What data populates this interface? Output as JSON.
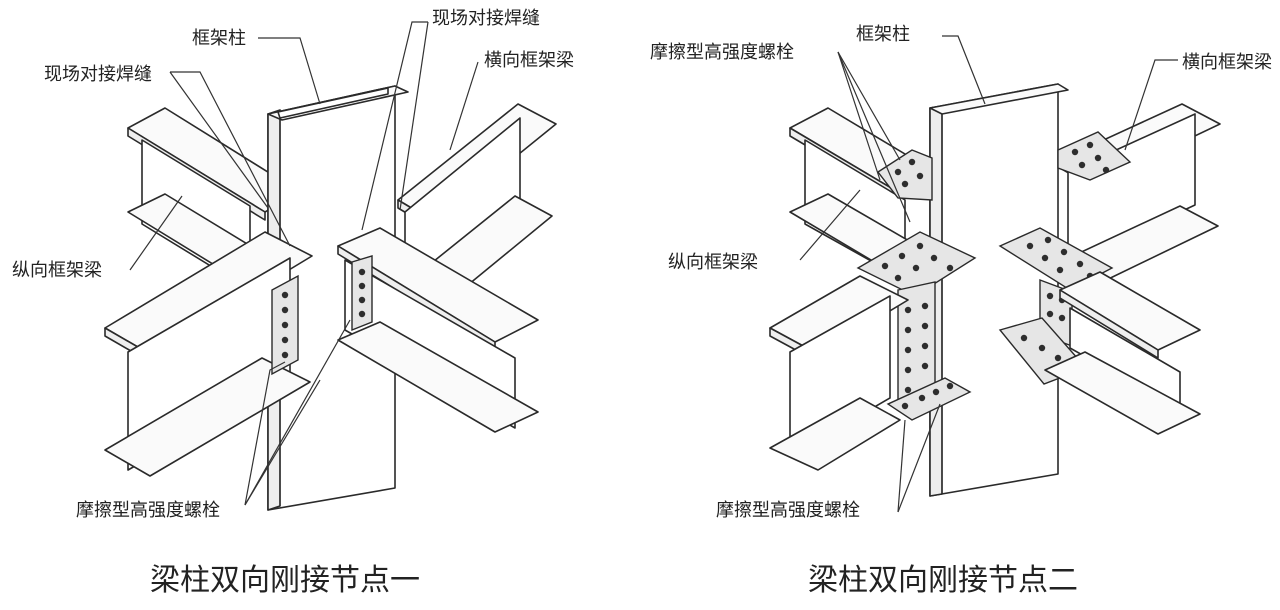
{
  "node1": {
    "caption": "梁柱双向刚接节点一",
    "labels": {
      "column": "框架柱",
      "weld_left": "现场对接焊缝",
      "weld_right": "现场对接焊缝",
      "transverse_beam": "横向框架梁",
      "longitudinal_beam": "纵向框架梁",
      "bolt": "摩擦型高强度螺栓"
    }
  },
  "node2": {
    "caption": "梁柱双向刚接节点二",
    "labels": {
      "column": "框架柱",
      "bolt_top": "摩擦型高强度螺栓",
      "transverse_beam": "横向框架梁",
      "longitudinal_beam": "纵向框架梁",
      "bolt_bottom": "摩擦型高强度螺栓"
    }
  }
}
